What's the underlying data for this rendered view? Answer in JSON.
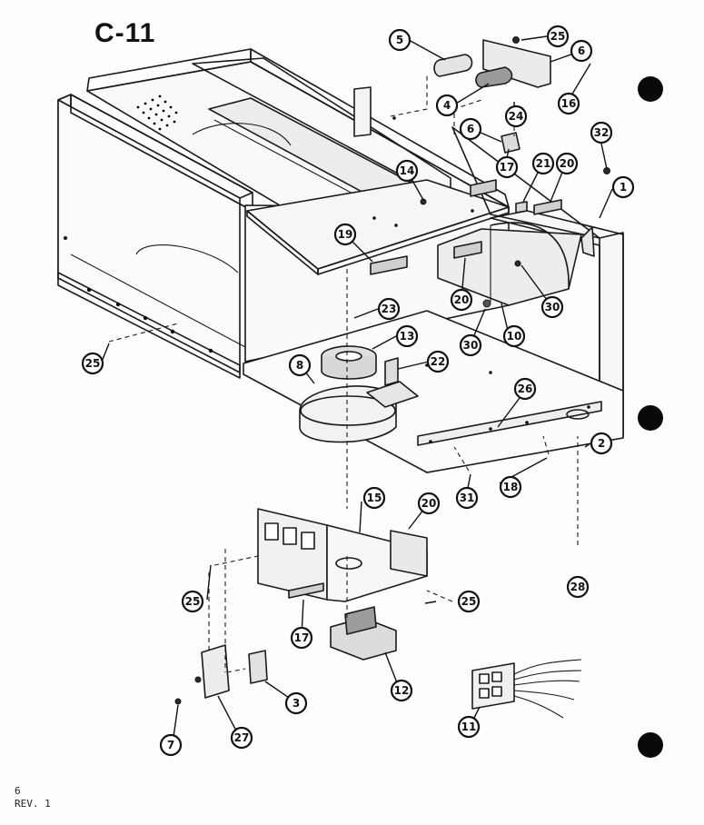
{
  "title": "C-11",
  "footer": {
    "page": "6",
    "revision": "REV. 1"
  },
  "callouts": [
    {
      "id": "c5a",
      "label": "5"
    },
    {
      "id": "c25a",
      "label": "25"
    },
    {
      "id": "c6a",
      "label": "6"
    },
    {
      "id": "c16",
      "label": "16"
    },
    {
      "id": "c4",
      "label": "4"
    },
    {
      "id": "c24",
      "label": "24"
    },
    {
      "id": "c6b",
      "label": "6"
    },
    {
      "id": "c32",
      "label": "32"
    },
    {
      "id": "c17a",
      "label": "17"
    },
    {
      "id": "c21",
      "label": "21"
    },
    {
      "id": "c20a",
      "label": "20"
    },
    {
      "id": "c1",
      "label": "1"
    },
    {
      "id": "c14",
      "label": "14"
    },
    {
      "id": "c19",
      "label": "19"
    },
    {
      "id": "c20b",
      "label": "20"
    },
    {
      "id": "c30a",
      "label": "30"
    },
    {
      "id": "c30b",
      "label": "30"
    },
    {
      "id": "c10",
      "label": "10"
    },
    {
      "id": "c23",
      "label": "23"
    },
    {
      "id": "c13",
      "label": "13"
    },
    {
      "id": "c25b",
      "label": "25"
    },
    {
      "id": "c8",
      "label": "8"
    },
    {
      "id": "c22",
      "label": "22"
    },
    {
      "id": "c26",
      "label": "26"
    },
    {
      "id": "c2",
      "label": "2"
    },
    {
      "id": "c18",
      "label": "18"
    },
    {
      "id": "c31",
      "label": "31"
    },
    {
      "id": "c15",
      "label": "15"
    },
    {
      "id": "c20c",
      "label": "20"
    },
    {
      "id": "c28",
      "label": "28"
    },
    {
      "id": "c25c",
      "label": "25"
    },
    {
      "id": "c25d",
      "label": "25"
    },
    {
      "id": "c17b",
      "label": "17"
    },
    {
      "id": "c12",
      "label": "12"
    },
    {
      "id": "c3",
      "label": "3"
    },
    {
      "id": "c11",
      "label": "11"
    },
    {
      "id": "c7",
      "label": "7"
    },
    {
      "id": "c27",
      "label": "27"
    }
  ]
}
